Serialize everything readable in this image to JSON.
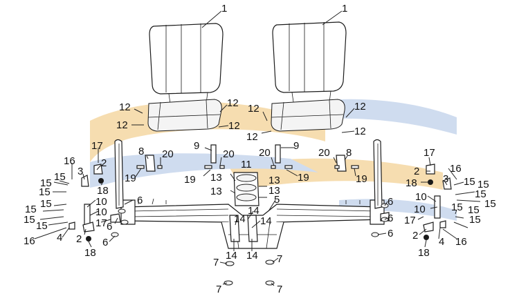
{
  "diagram": {
    "watermark_colors": {
      "blue": "#cfdcef",
      "orange": "#f6ddb0"
    },
    "callouts": [
      {
        "id": "c1a",
        "text": "1"
      },
      {
        "id": "c1b",
        "text": "1"
      },
      {
        "id": "c12a",
        "text": "12"
      },
      {
        "id": "c12b",
        "text": "12"
      },
      {
        "id": "c12c",
        "text": "12"
      },
      {
        "id": "c12d",
        "text": "12"
      },
      {
        "id": "c12e",
        "text": "12"
      },
      {
        "id": "c12f",
        "text": "12"
      },
      {
        "id": "c12g",
        "text": "12"
      },
      {
        "id": "c12h",
        "text": "12"
      },
      {
        "id": "c17a",
        "text": "17"
      },
      {
        "id": "c2a",
        "text": "2"
      },
      {
        "id": "c16a",
        "text": "16"
      },
      {
        "id": "c3a",
        "text": "3"
      },
      {
        "id": "c15a",
        "text": "15"
      },
      {
        "id": "c15b",
        "text": "15"
      },
      {
        "id": "c15c",
        "text": "15"
      },
      {
        "id": "c15d",
        "text": "15"
      },
      {
        "id": "c15e",
        "text": "15"
      },
      {
        "id": "c15f",
        "text": "15"
      },
      {
        "id": "c15g",
        "text": "15"
      },
      {
        "id": "c18a",
        "text": "18"
      },
      {
        "id": "c8a",
        "text": "8"
      },
      {
        "id": "c20a",
        "text": "20"
      },
      {
        "id": "c19a",
        "text": "19"
      },
      {
        "id": "c9a",
        "text": "9"
      },
      {
        "id": "c20b",
        "text": "20"
      },
      {
        "id": "c19b",
        "text": "19"
      },
      {
        "id": "c11a",
        "text": "11"
      },
      {
        "id": "c13a",
        "text": "13"
      },
      {
        "id": "c13b",
        "text": "13"
      },
      {
        "id": "c13c",
        "text": "13"
      },
      {
        "id": "c13d",
        "text": "13"
      },
      {
        "id": "c20c",
        "text": "20"
      },
      {
        "id": "c9b",
        "text": "9"
      },
      {
        "id": "c19c",
        "text": "19"
      },
      {
        "id": "c20d",
        "text": "20"
      },
      {
        "id": "c8b",
        "text": "8"
      },
      {
        "id": "c19d",
        "text": "19"
      },
      {
        "id": "c17b",
        "text": "17"
      },
      {
        "id": "c16b",
        "text": "16"
      },
      {
        "id": "c2b",
        "text": "2"
      },
      {
        "id": "c3b",
        "text": "3"
      },
      {
        "id": "c18b",
        "text": "18"
      },
      {
        "id": "c15h",
        "text": "15"
      },
      {
        "id": "c15i",
        "text": "15"
      },
      {
        "id": "c15j",
        "text": "15"
      },
      {
        "id": "c15k",
        "text": "15"
      },
      {
        "id": "c15l",
        "text": "15"
      },
      {
        "id": "c15m",
        "text": "15"
      },
      {
        "id": "c15n",
        "text": "15"
      },
      {
        "id": "c10a",
        "text": "10"
      },
      {
        "id": "c10b",
        "text": "10"
      },
      {
        "id": "c10c",
        "text": "10"
      },
      {
        "id": "c10d",
        "text": "10"
      },
      {
        "id": "c6a",
        "text": "6"
      },
      {
        "id": "c6b",
        "text": "6"
      },
      {
        "id": "c6c",
        "text": "6"
      },
      {
        "id": "c6d",
        "text": "6"
      },
      {
        "id": "c6e",
        "text": "6"
      },
      {
        "id": "c6f",
        "text": "6"
      },
      {
        "id": "c17c",
        "text": "17"
      },
      {
        "id": "c17d",
        "text": "17"
      },
      {
        "id": "c4a",
        "text": "4"
      },
      {
        "id": "c4b",
        "text": "4"
      },
      {
        "id": "c2c",
        "text": "2"
      },
      {
        "id": "c2d",
        "text": "2"
      },
      {
        "id": "c16c",
        "text": "16"
      },
      {
        "id": "c16d",
        "text": "16"
      },
      {
        "id": "c18c",
        "text": "18"
      },
      {
        "id": "c18d",
        "text": "18"
      },
      {
        "id": "c14a",
        "text": "14"
      },
      {
        "id": "c14b",
        "text": "14"
      },
      {
        "id": "c14c",
        "text": "14"
      },
      {
        "id": "c14d",
        "text": "14"
      },
      {
        "id": "c14e",
        "text": "14"
      },
      {
        "id": "c5a",
        "text": "5"
      },
      {
        "id": "c7a",
        "text": "7"
      },
      {
        "id": "c7b",
        "text": "7"
      },
      {
        "id": "c7c",
        "text": "7"
      },
      {
        "id": "c7d",
        "text": "7"
      }
    ]
  }
}
